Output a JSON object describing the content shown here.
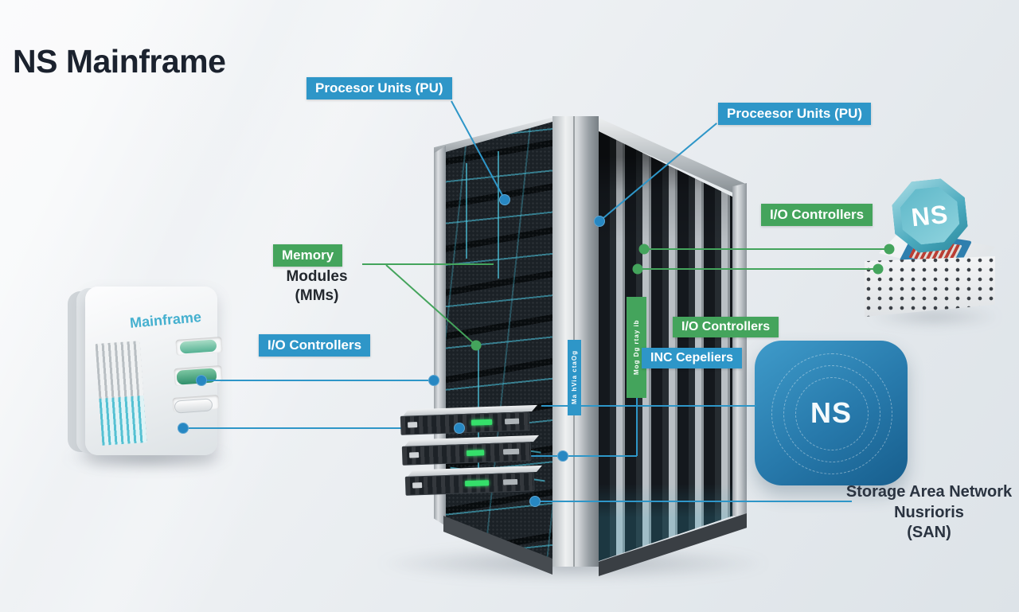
{
  "title": "NS Mainframe",
  "labels": {
    "pu_left": "Procesor Units (PU)",
    "pu_right": "Proceesor Units (PU)",
    "io_right": "I/O Controllers",
    "memory_badge": "Memory",
    "memory_line2": "Modules",
    "memory_line3": "(MMs)",
    "io_left": "I/O Controllers",
    "io_center": "I/O Controllers",
    "inc": "INC Cepeliers",
    "san_line1": "Storage Area Network",
    "san_line2": "Nusrioris",
    "san_line3": "(SAN)"
  },
  "devices": {
    "left_device_label": "Mainframe",
    "ns_square_label": "NS",
    "ns_badge_label": "NS",
    "cabinet_strip_blue": "Ma hVia ctaOg",
    "cabinet_strip_green": "Mog Dg rtay ib"
  },
  "colors": {
    "accent_blue": "#2e96c8",
    "accent_green": "#44a45c",
    "title_color": "#1b222e",
    "text_dark": "#2a3340",
    "circuit_teal": "#50cde6"
  }
}
